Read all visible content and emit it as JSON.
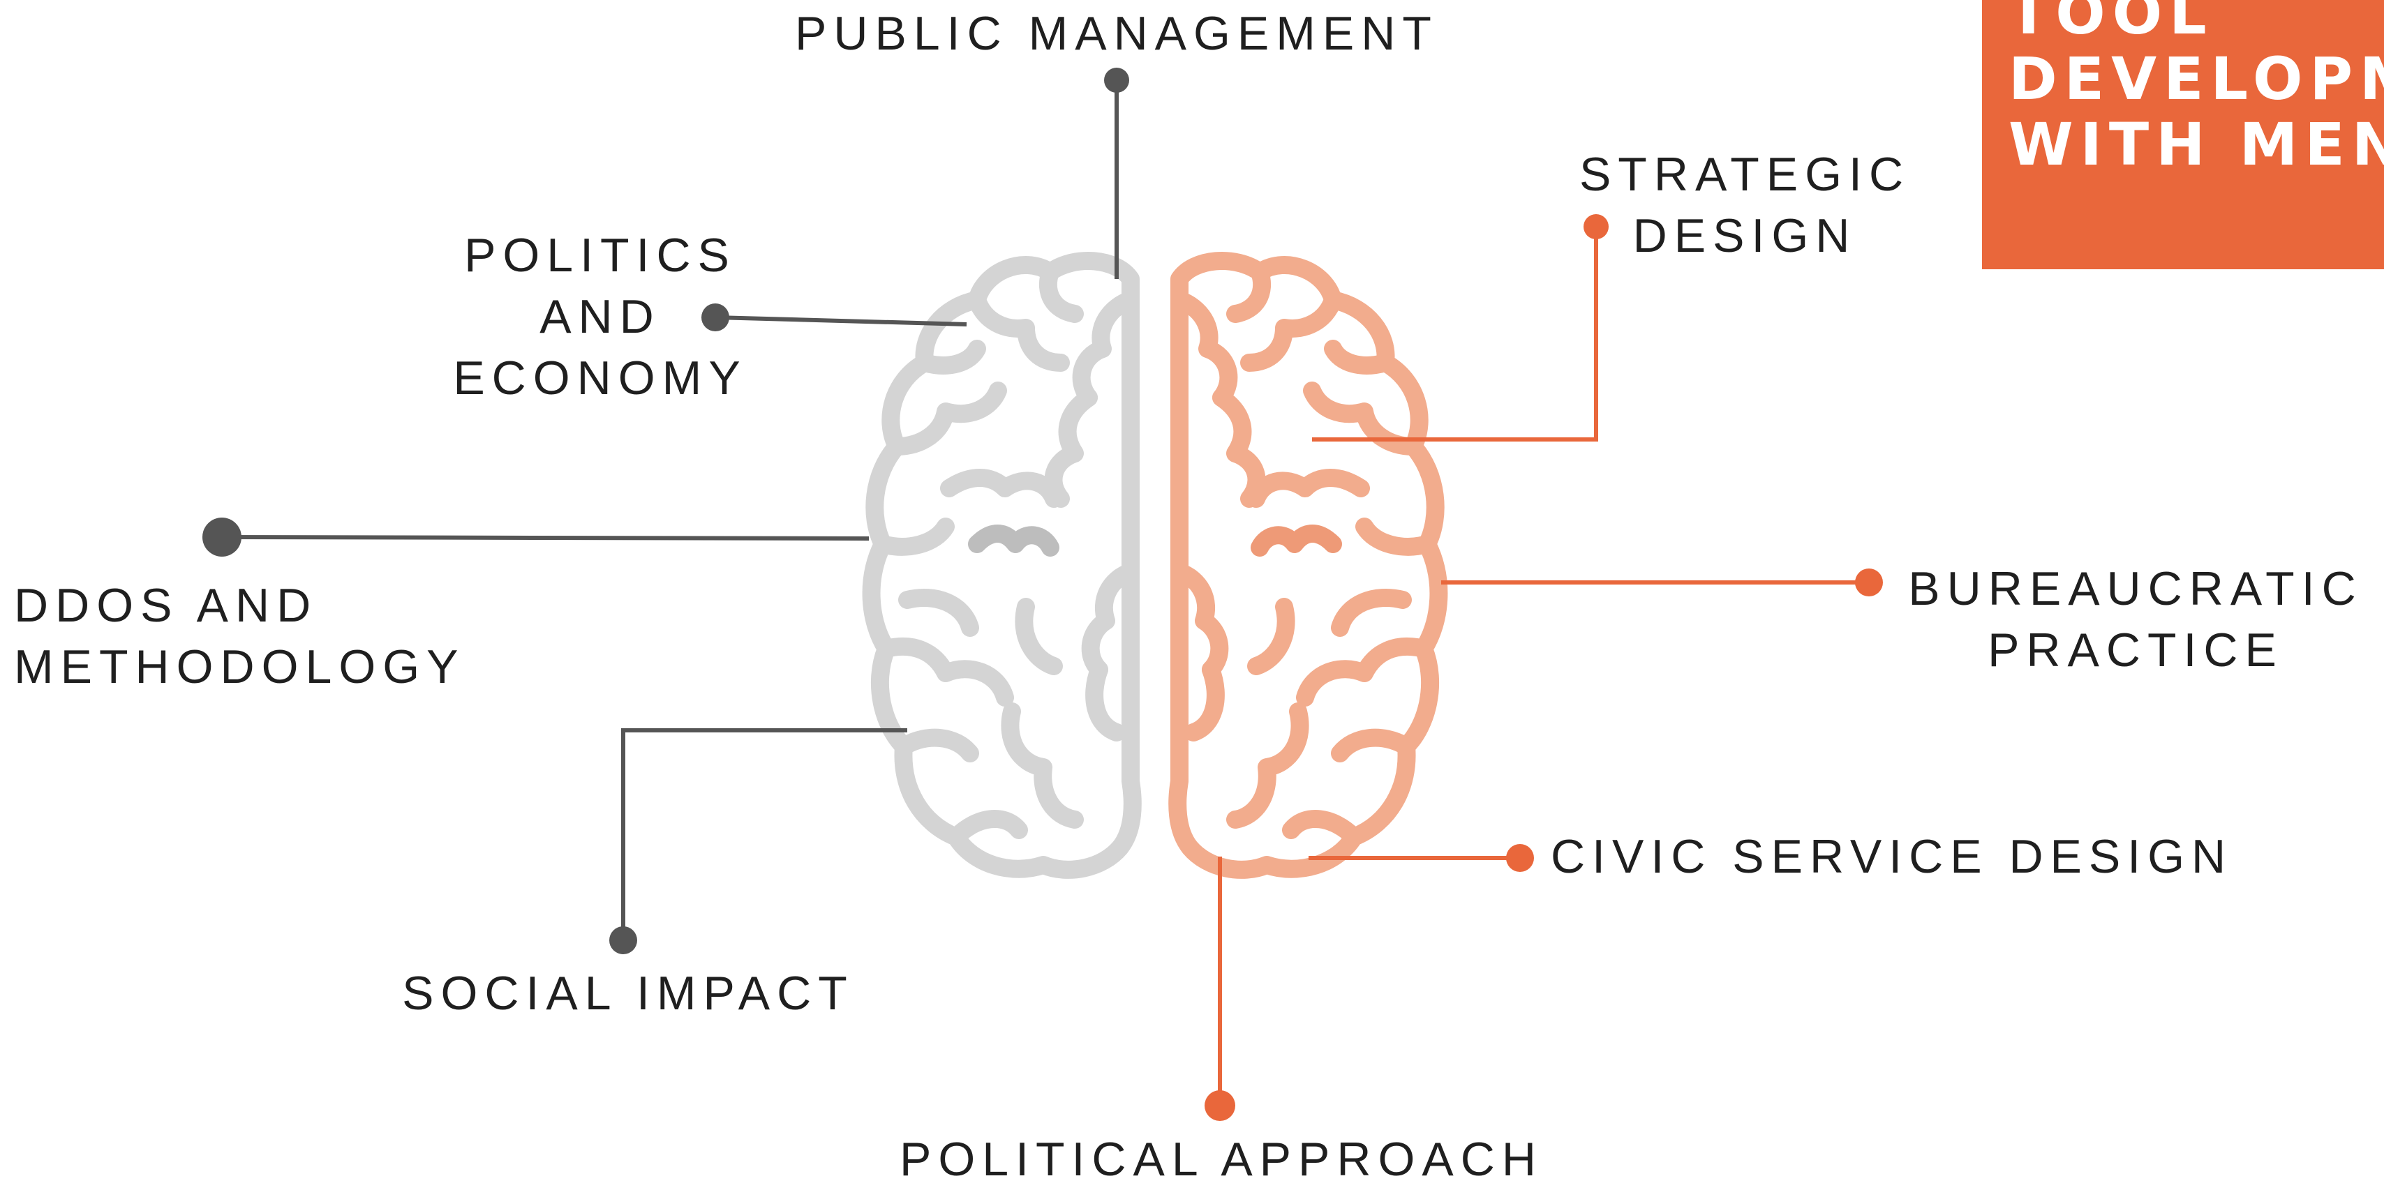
{
  "title_box": {
    "text": "TOOL\nDEVELOPM\nWITH MEN"
  },
  "labels": {
    "public_management": "PUBLIC MANAGEMENT",
    "strategic_design": "STRATEGIC\nDESIGN",
    "politics_economy": "POLITICS\nAND\nECONOMY",
    "ddos_methodology": "DDOS AND\nMETHODOLOGY",
    "bureaucratic_practice": "BUREAUCRATIC\nPRACTICE",
    "civic_service_design": "CIVIC SERVICE DESIGN",
    "social_impact": "SOCIAL IMPACT",
    "political_approach": "POLITICAL APPROACH"
  },
  "colors": {
    "accent_orange": "#E9673B",
    "brain_right": "#F2AC8D",
    "brain_left": "#D4D4D4",
    "connector_gray": "#555555",
    "text": "#1f1f1f"
  }
}
